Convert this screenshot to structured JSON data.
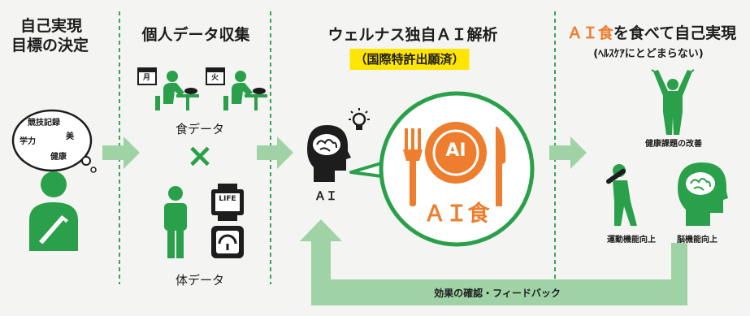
{
  "colors": {
    "green": "#2aa04a",
    "light_green": "#9fd3a6",
    "orange": "#ee7d2e",
    "yellow": "#ffe600",
    "dark": "#1d1d1d",
    "divider": "#3aa65a"
  },
  "col1": {
    "title_line1": "自己実現",
    "title_line2": "目標の決定",
    "bubble_1": "競技記録",
    "bubble_2": "美",
    "bubble_3": "学力",
    "bubble_4": "健康"
  },
  "col2": {
    "title": "個人データ収集",
    "calendar_1": "月",
    "calendar_2": "火",
    "food_data": "食データ",
    "cross": "×",
    "watch_label": "LIFE",
    "body_data": "体データ"
  },
  "col3": {
    "title": "ウェルナス独自ＡＩ解析",
    "subtitle": "（国際特許出願済）",
    "ai_label": "ＡＩ",
    "plate_label": "AI",
    "ai_food": "ＡＩ食"
  },
  "col4": {
    "title_orange": "ＡＩ食",
    "title_rest": "を食べて自己実現",
    "subtitle": "(ﾍﾙｽｹｱにとどまらない)",
    "improve_health": "健康課題の改善",
    "improve_motor": "運動機能向上",
    "improve_brain": "脳機能向上"
  },
  "feedback": "効果の確認・フィードバック"
}
